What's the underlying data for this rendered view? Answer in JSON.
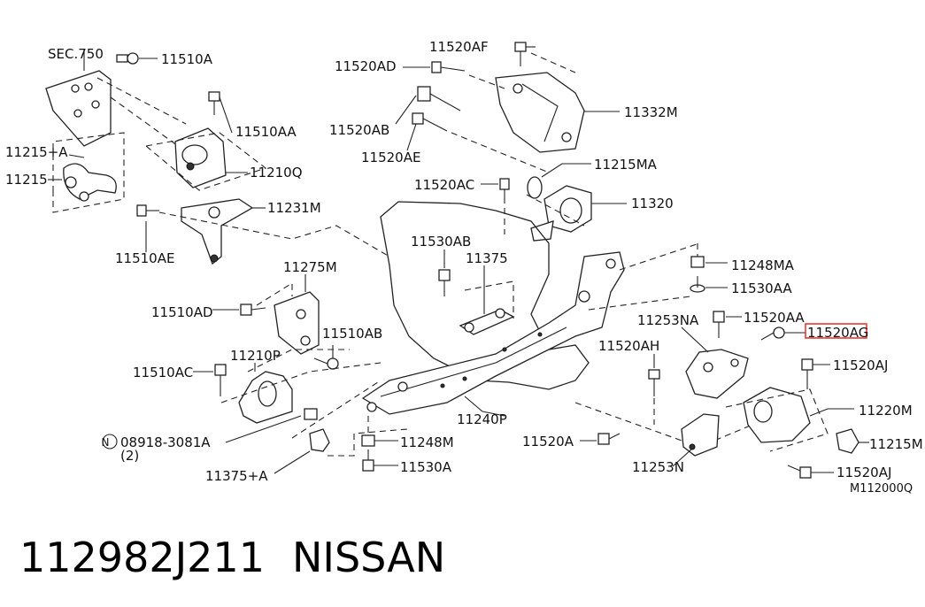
{
  "labels": {
    "sec750": "SEC.750",
    "p11510A": "11510A",
    "p11510AA": "11510AA",
    "p11210Q": "11210Q",
    "p11215A": "11215+A",
    "p11215": "11215",
    "p11231M": "11231M",
    "p11510AE": "11510AE",
    "p11520AF": "11520AF",
    "p11520AD": "11520AD",
    "p11332M": "11332M",
    "p11520AB": "11520AB",
    "p11520AE": "11520AE",
    "p11215MA": "11215MA",
    "p11520AC": "11520AC",
    "p11320": "11320",
    "p11530AB": "11530AB",
    "p11375": "11375",
    "p11275M": "11275M",
    "p11510AD": "11510AD",
    "p11510AB": "11510AB",
    "p11210P": "11210P",
    "p11510AC": "11510AC",
    "p08918": "08918-3081A",
    "p08918qty": "(2)",
    "nsym": "N",
    "p11375A": "11375+A",
    "p11248M": "11248M",
    "p11530A": "11530A",
    "p11240P": "11240P",
    "p11248MA": "11248MA",
    "p11530AA": "11530AA",
    "p11253NA": "11253NA",
    "p11520AA": "11520AA",
    "p11520AG": "11520AG",
    "p11520AH": "11520AH",
    "p11520AJ": "11520AJ",
    "p11220M": "11220M",
    "p11215M": "11215M",
    "p11520A": "11520A",
    "p11253N": "11253N",
    "p11520AJb": "11520AJ",
    "figcode": "M112000Q"
  },
  "caption": {
    "part_number": "112982J211",
    "brand": "NISSAN"
  },
  "highlight_color": "#e53935"
}
